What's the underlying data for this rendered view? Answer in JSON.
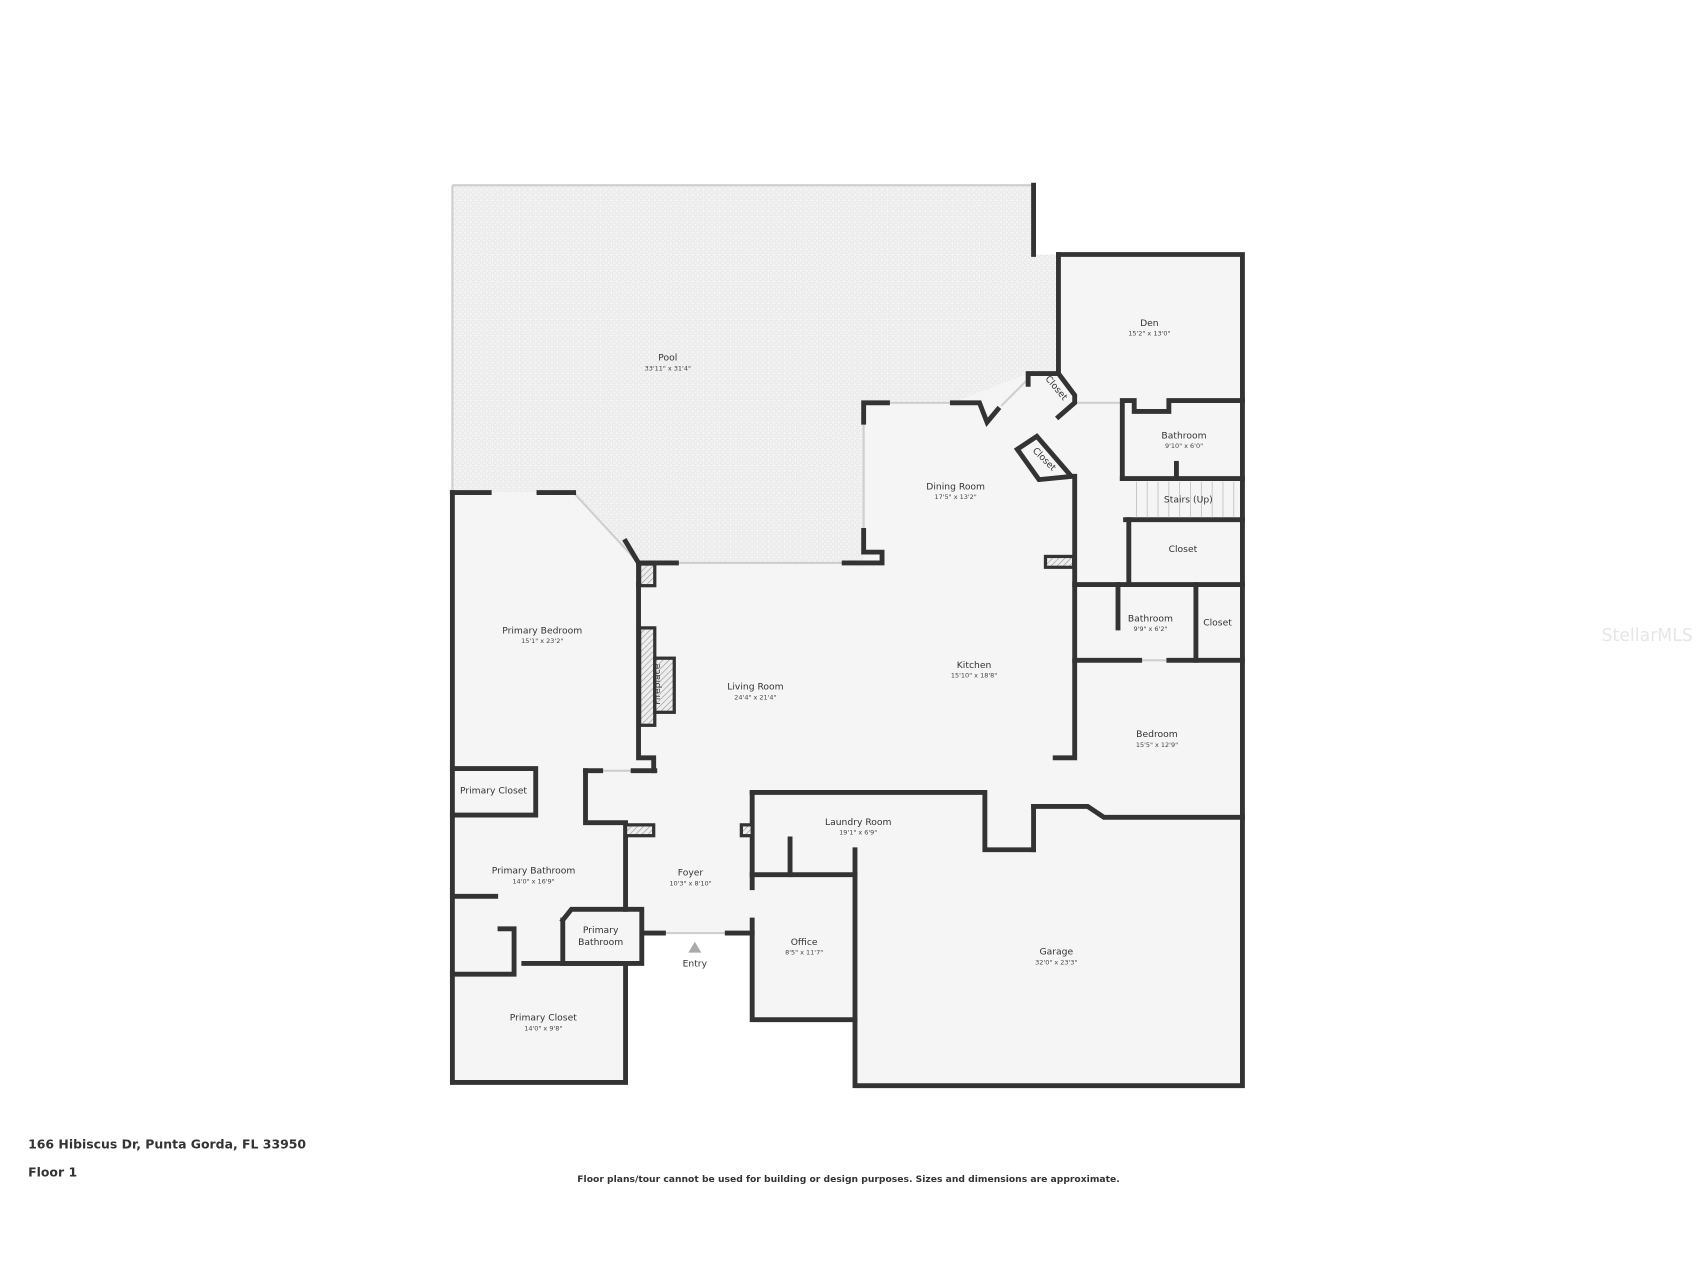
{
  "rooms": {
    "pool": {
      "name": "Pool",
      "dim": "33'11\" x 31'4\""
    },
    "den": {
      "name": "Den",
      "dim": "15'2\" x 13'0\""
    },
    "closet_a": {
      "name": "Closet"
    },
    "closet_b": {
      "name": "Closet"
    },
    "bathroom_1": {
      "name": "Bathroom",
      "dim": "9'10\" x 6'0\""
    },
    "dining": {
      "name": "Dining Room",
      "dim": "17'5\" x 13'2\""
    },
    "stairs": {
      "name": "Stairs (Up)"
    },
    "closet_c": {
      "name": "Closet"
    },
    "bathroom_2": {
      "name": "Bathroom",
      "dim": "9'9\" x 6'2\""
    },
    "closet_d": {
      "name": "Closet"
    },
    "primary_bedroom": {
      "name": "Primary Bedroom",
      "dim": "15'1\" x 23'2\""
    },
    "kitchen": {
      "name": "Kitchen",
      "dim": "15'10\" x 18'8\""
    },
    "living": {
      "name": "Living Room",
      "dim": "24'4\" x 21'4\""
    },
    "fireplace": {
      "name": "Fireplace"
    },
    "bedroom": {
      "name": "Bedroom",
      "dim": "15'5\" x 12'9\""
    },
    "primary_closet_1": {
      "name": "Primary Closet"
    },
    "laundry": {
      "name": "Laundry Room",
      "dim": "19'1\" x 6'9\""
    },
    "primary_bathroom_1": {
      "name": "Primary Bathroom",
      "dim": "14'0\" x 16'9\""
    },
    "foyer": {
      "name": "Foyer",
      "dim": "10'3\" x 8'10\""
    },
    "primary_bathroom_2": {
      "name_line1": "Primary",
      "name_line2": "Bathroom"
    },
    "office": {
      "name": "Office",
      "dim": "8'5\" x 11'7\""
    },
    "garage": {
      "name": "Garage",
      "dim": "32'0\" x 23'3\""
    },
    "primary_closet_2": {
      "name": "Primary Closet",
      "dim": "14'0\" x 9'8\""
    }
  },
  "entry_label": "Entry",
  "address": "166 Hibiscus Dr, Punta Gorda, FL 33950",
  "floor": "Floor 1",
  "disclaimer": "Floor plans/tour cannot be used for building or design purposes. Sizes and dimensions are approximate.",
  "watermark": "StellarMLS",
  "colors": {
    "wall": "#333333",
    "floor": "#f5f5f5",
    "background": "#ffffff"
  }
}
